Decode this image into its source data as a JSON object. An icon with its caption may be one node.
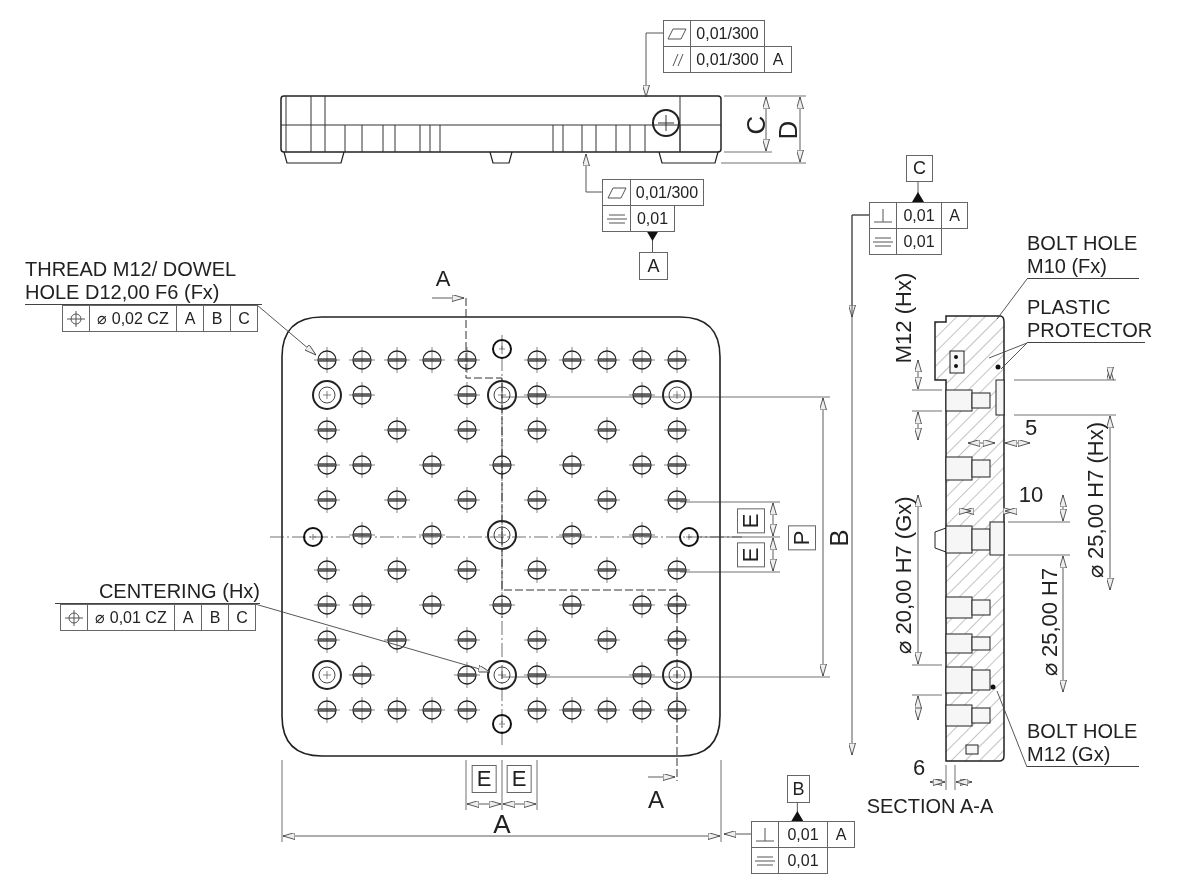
{
  "diagram": {
    "nodes": [
      {
        "text": [
          "0,01/300",
          "0,01/300",
          "A"
        ]
      },
      {
        "text": [
          "0,01/300",
          "0,01"
        ]
      },
      {
        "text": [
          "A"
        ]
      },
      {
        "text": [
          "C"
        ]
      },
      {
        "text": [
          "0,01",
          "A",
          "0,01"
        ]
      },
      {
        "text": [
          "THREAD M12/ DOWEL HOLE D12,00 F6 (Fx)",
          "⌀ 0,02 CZ",
          "A",
          "B",
          "C"
        ]
      },
      {
        "text": [
          "CENTERING (Hx)",
          "⌀ 0,01 CZ",
          "A",
          "B",
          "C"
        ]
      },
      {
        "text": [
          "BOLT HOLE M10 (Fx)"
        ]
      },
      {
        "text": [
          "PLASTIC PROTECTOR"
        ]
      },
      {
        "text": [
          "BOLT HOLE M12 (Gx)"
        ]
      },
      {
        "text": [
          "B"
        ]
      },
      {
        "text": [
          "0,01",
          "A",
          "0,01"
        ]
      },
      {
        "text": [],
        "shape": "picture"
      },
      {
        "text": [],
        "shape": "picture"
      },
      {
        "text": [],
        "shape": "picture"
      }
    ],
    "edges": [
      {
        "from": 0,
        "to": 12,
        "arrow": "to"
      },
      {
        "from": 1,
        "to": 12,
        "arrow": "to"
      },
      {
        "from": 1,
        "to": 2,
        "arrow": "other"
      },
      {
        "from": 4,
        "to": 3,
        "arrow": "other"
      },
      {
        "from": 4,
        "to": null,
        "arrow": "to"
      },
      {
        "from": 4,
        "to": null,
        "arrow": "to"
      },
      {
        "from": 5,
        "to": 13,
        "arrow": "to"
      },
      {
        "from": 6,
        "to": 13,
        "arrow": "to"
      },
      {
        "from": 7,
        "to": 14,
        "arrow": "none"
      },
      {
        "from": 8,
        "to": 14,
        "arrow": "none"
      },
      {
        "from": 8,
        "to": 14,
        "arrow": "none"
      },
      {
        "from": 9,
        "to": 14,
        "arrow": "none"
      },
      {
        "from": 11,
        "to": 10,
        "arrow": "other"
      },
      {
        "from": 11,
        "to": null,
        "arrow": "to"
      }
    ],
    "labels": [
      "C",
      "D",
      "A",
      "M12 (Hx)",
      "5",
      "10",
      "E",
      "P",
      "B",
      "E",
      "⌀ 25,00 H7 (Hx)",
      "⌀ 20,00 H7 (Gx)",
      "⌀ 25,00 H7",
      "6",
      "E",
      "E",
      "A",
      "SECTION A-A",
      "A"
    ]
  }
}
